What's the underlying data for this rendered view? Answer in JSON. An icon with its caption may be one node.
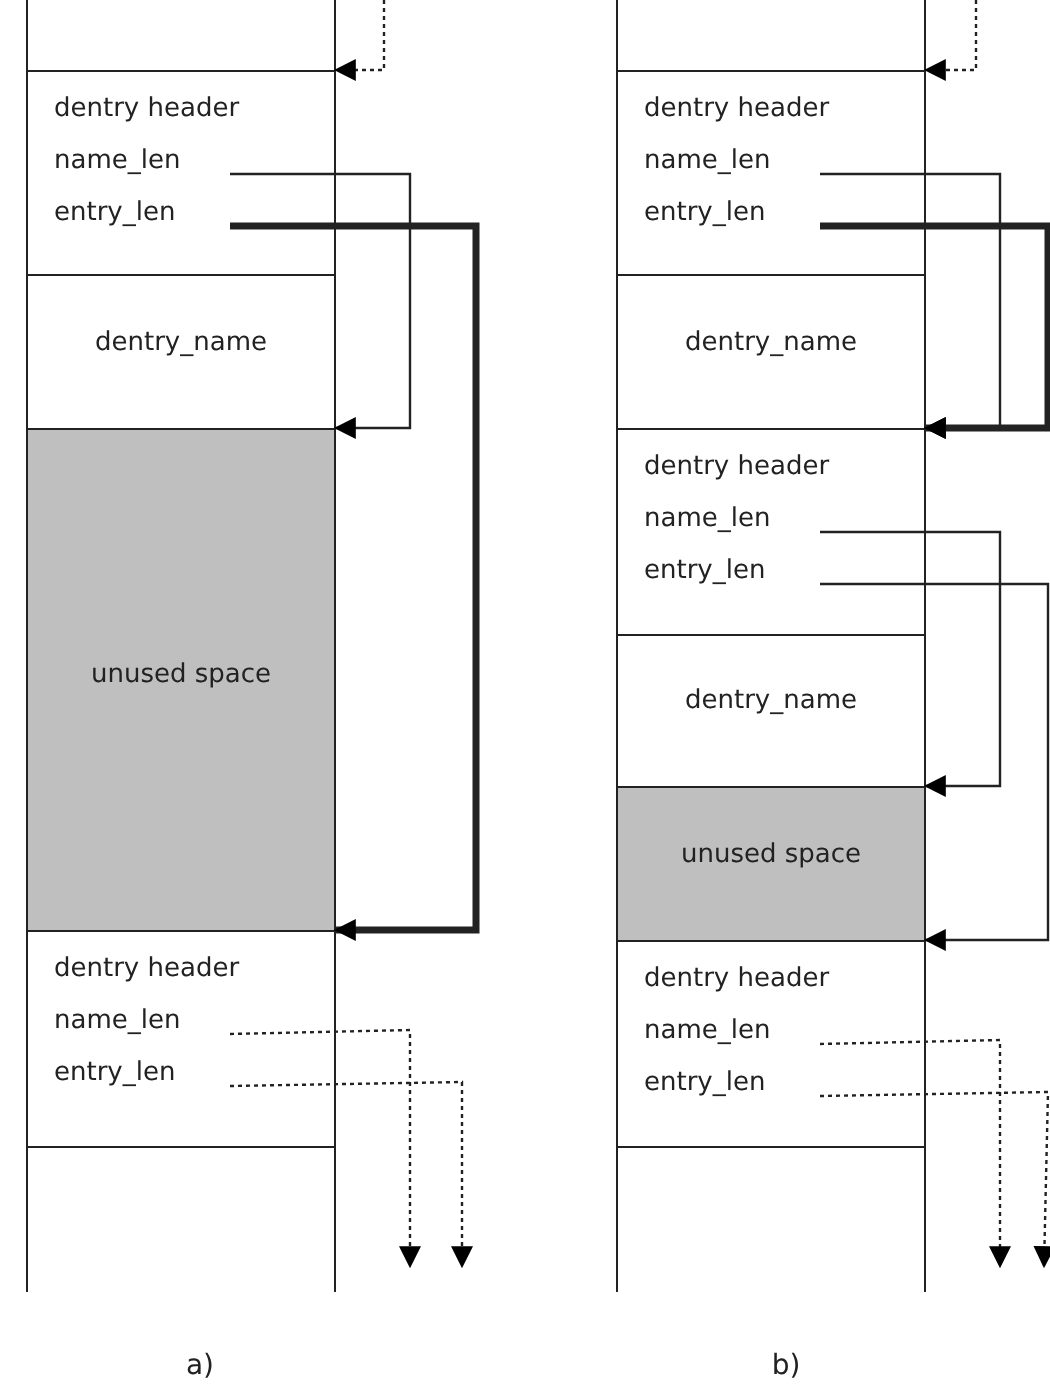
{
  "diagram": {
    "nodes": [
      {
        "text": [],
        "shape": "box"
      },
      {
        "text": [
          "dentry header",
          "name_len",
          "entry_len"
        ]
      },
      {
        "text": [
          "dentry_name"
        ]
      },
      {
        "text": [
          "unused space"
        ]
      },
      {
        "text": [
          "dentry header",
          "name_len",
          "entry_len"
        ]
      },
      {
        "text": [],
        "shape": "box"
      },
      {
        "text": [],
        "shape": "box"
      },
      {
        "text": [
          "dentry header",
          "name_len",
          "entry_len"
        ]
      },
      {
        "text": [
          "dentry_name"
        ]
      },
      {
        "text": [
          "dentry header",
          "name_len",
          "entry_len"
        ]
      },
      {
        "text": [
          "dentry_name"
        ]
      },
      {
        "text": [
          "unused space"
        ]
      },
      {
        "text": [
          "dentry header",
          "name_len",
          "entry_len"
        ]
      },
      {
        "text": [],
        "shape": "box"
      }
    ],
    "edges": [
      {
        "from": null,
        "to": 1,
        "arrow": "to",
        "style": "dashed"
      },
      {
        "from": 1,
        "to": 3,
        "arrow": "to"
      },
      {
        "from": 1,
        "to": 4,
        "arrow": "to",
        "style": "thick"
      },
      {
        "from": 4,
        "to": null,
        "arrow": "to",
        "style": "dashed"
      },
      {
        "from": 4,
        "to": null,
        "arrow": "to",
        "style": "dashed"
      },
      {
        "from": null,
        "to": 7,
        "arrow": "to",
        "style": "dashed"
      },
      {
        "from": 7,
        "to": 9,
        "arrow": "to"
      },
      {
        "from": 7,
        "to": 9,
        "arrow": "to",
        "style": "thick"
      },
      {
        "from": 9,
        "to": 11,
        "arrow": "to"
      },
      {
        "from": 9,
        "to": 12,
        "arrow": "to"
      },
      {
        "from": 12,
        "to": null,
        "arrow": "to",
        "style": "dashed"
      },
      {
        "from": 12,
        "to": null,
        "arrow": "to",
        "style": "dashed"
      }
    ],
    "labels": [
      "a)",
      "b)"
    ]
  }
}
